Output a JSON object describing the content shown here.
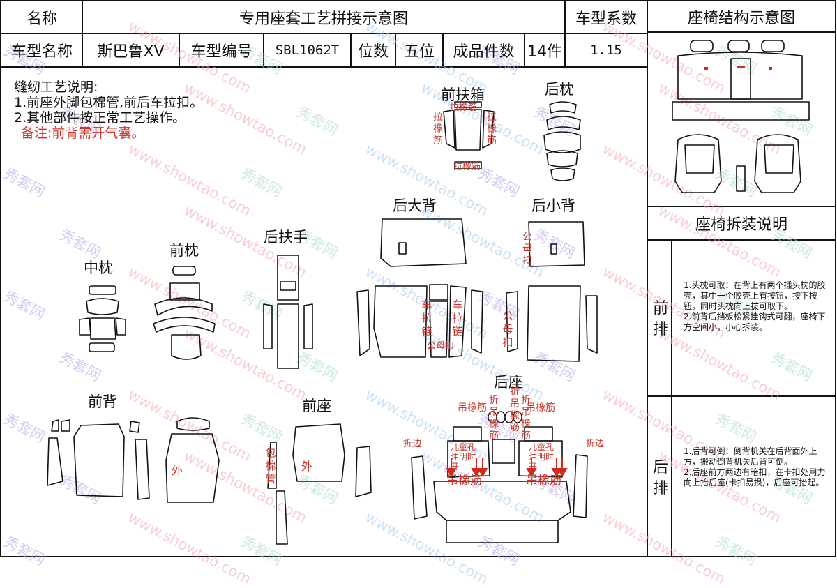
{
  "header": {
    "name_label": "名称",
    "title": "专用座套工艺拼接示意图",
    "coef_label": "车型系数",
    "structure_title": "座椅结构示意图",
    "model_name_label": "车型名称",
    "model_name": "斯巴鲁XV",
    "model_code_label": "车型编号",
    "model_code": "SBL1062T",
    "seats_label": "位数",
    "seats": "五位",
    "pieces_label": "成品件数",
    "pieces": "14件",
    "coefficient": "1.15"
  },
  "notes": {
    "heading": "缝纫工艺说明:",
    "line1": "1.前座外脚包棉管,前后车拉扣。",
    "line2": "2.其他部件按正常工艺操作。",
    "remark": "备注:前背需开气囊。"
  },
  "parts": {
    "front_armrest_box": "前扶箱",
    "rear_headrest": "后枕",
    "rear_big_back": "后大背",
    "rear_small_back": "后小背",
    "middle_headrest": "中枕",
    "front_headrest": "前枕",
    "rear_armrest": "后扶手",
    "front_back": "前背",
    "front_seat": "前座",
    "rear_seat": "后座"
  },
  "annotations": {
    "pull_elastic": "拉橡筋",
    "zipper": "车拉链",
    "snap": "公母扣",
    "outer": "外",
    "wrap_cotton": "包棉管",
    "hang_elastic": "吊橡筋",
    "fold_hang_elastic": "折吊橡筋",
    "fold_edge": "折边",
    "child_hole": "儿童孔注明时开"
  },
  "side_panel": {
    "disassembly_title": "座椅拆装说明",
    "front_row_label": "前排",
    "rear_row_label": "后排",
    "front_text": "1.头枕可取：在背上有两个插头枕的胶壳，其中一个胶壳上有按钮，按下按钮，同时头枕向上拔可取下。\n2.前背后挡板松紧挂钩式可翻，座椅下方空间小，小心拆装。",
    "rear_text": "1.后背可倒：倒背机关在后背面外上方，搬动倒背机关后背可倒。\n2.后座前方两边有暗扣，在卡扣处用力向上抬后座(卡扣易损)，后座可抬起。"
  },
  "watermark": {
    "text_cn": "秀套网",
    "text_en": "www.showtao.com"
  },
  "colors": {
    "annotation": "#c8372d",
    "line": "#111111",
    "arrow": "#d42a1e"
  }
}
